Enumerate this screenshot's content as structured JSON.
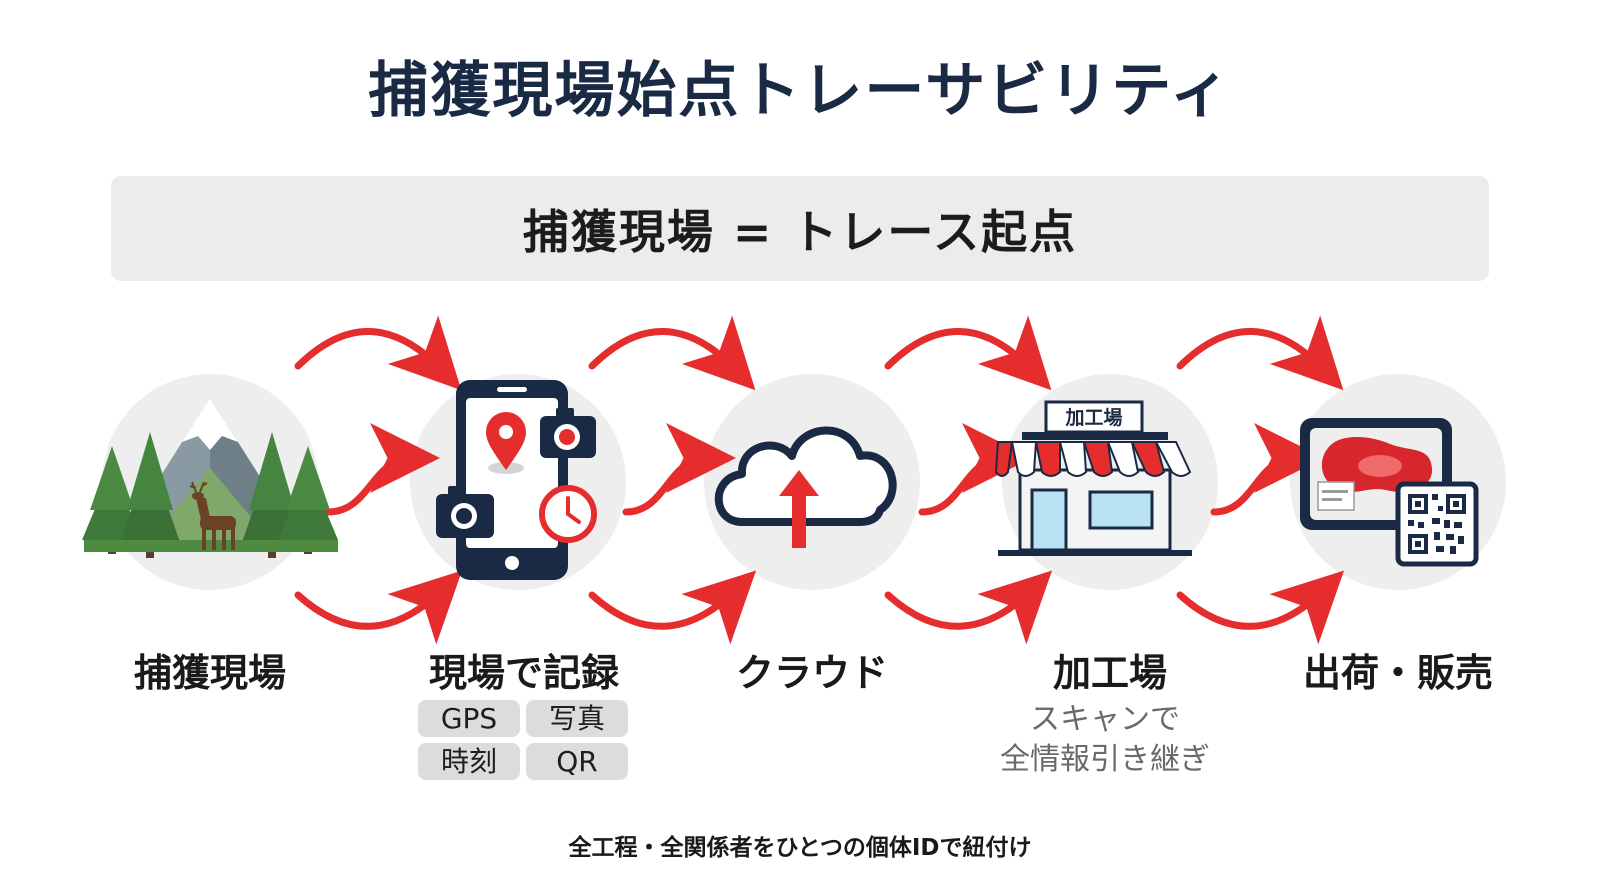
{
  "title": "捕獲現場始点トレーサビリティ",
  "banner": "捕獲現場 = トレース起点",
  "steps": [
    {
      "label": "捕獲現場",
      "icon": "forest-deer-icon"
    },
    {
      "label": "現場で記録",
      "icon": "smartphone-record-icon",
      "tags": [
        "GPS",
        "写真",
        "時刻",
        "QR"
      ]
    },
    {
      "label": "クラウド",
      "icon": "cloud-upload-icon"
    },
    {
      "label": "加工場",
      "icon": "processing-plant-icon",
      "sign": "加工場",
      "sub_line1": "スキャンで",
      "sub_line2": "全情報引き継ぎ"
    },
    {
      "label": "出荷・販売",
      "icon": "meat-package-qr-icon"
    }
  ],
  "footer": "全工程・全関係者をひとつの個体IDで紐付け",
  "colors": {
    "accent": "#e52d2d",
    "navy": "#1b2a44",
    "circle": "#eeeeee",
    "banner": "#ececec"
  }
}
